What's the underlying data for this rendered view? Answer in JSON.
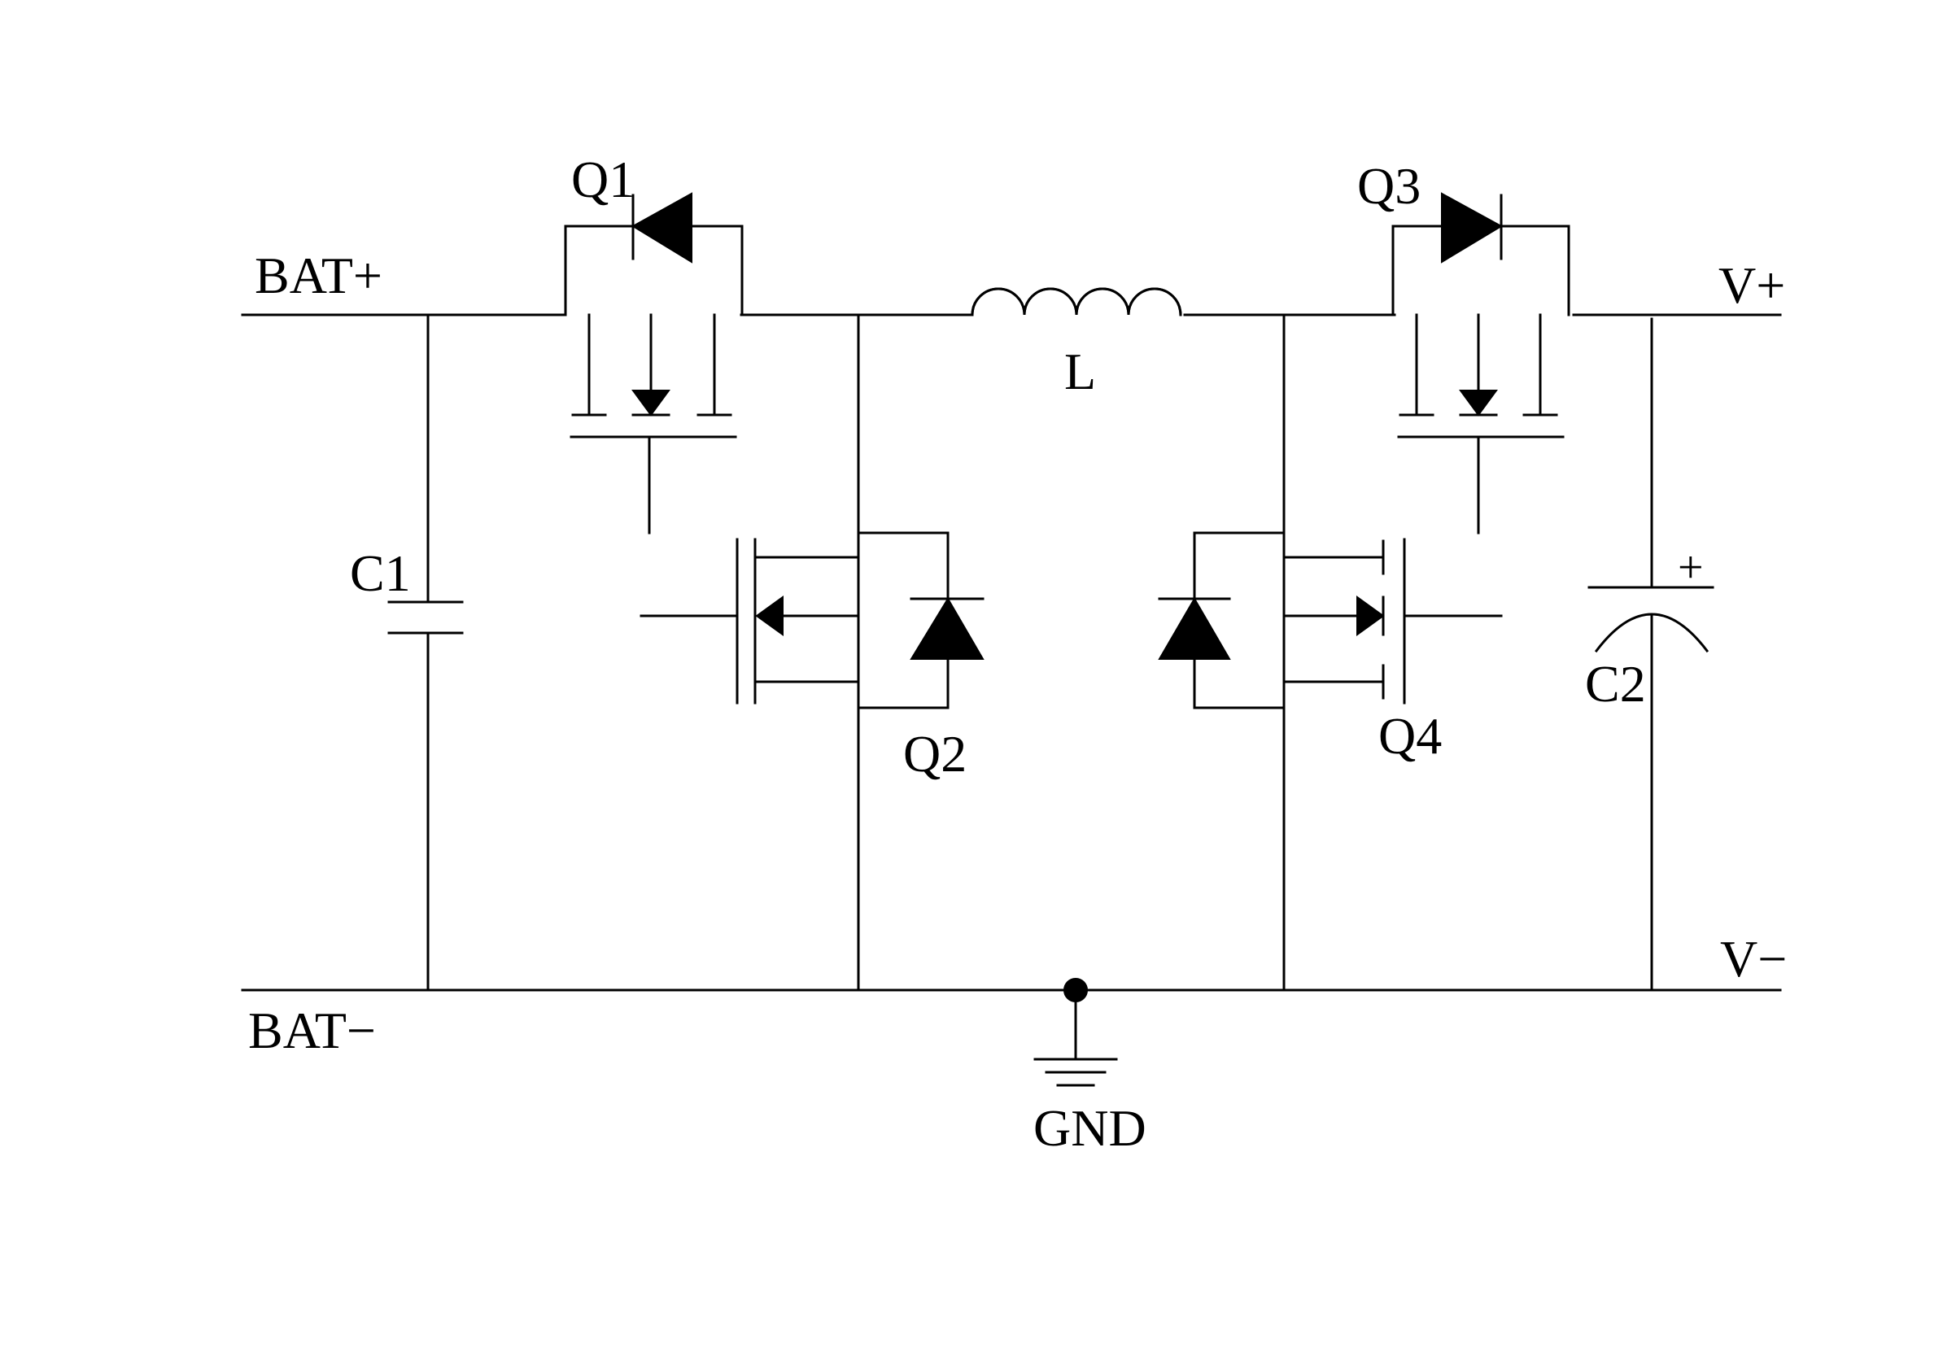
{
  "labels": {
    "bat_plus": "BAT+",
    "bat_minus": "BAT−",
    "v_plus": "V+",
    "v_minus": "V−",
    "gnd": "GND",
    "c1": "C1",
    "c2": "C2",
    "c2_polarity": "+",
    "inductor": "L",
    "q1": "Q1",
    "q2": "Q2",
    "q3": "Q3",
    "q4": "Q4"
  },
  "components": [
    {
      "ref": "C1",
      "kind": "capacitor"
    },
    {
      "ref": "C2",
      "kind": "polarized-capacitor"
    },
    {
      "ref": "L",
      "kind": "inductor"
    },
    {
      "ref": "Q1",
      "kind": "mosfet-with-body-diode"
    },
    {
      "ref": "Q2",
      "kind": "mosfet-with-body-diode"
    },
    {
      "ref": "Q3",
      "kind": "mosfet-with-body-diode"
    },
    {
      "ref": "Q4",
      "kind": "mosfet-with-body-diode"
    }
  ],
  "colors": {
    "ink": "#000000",
    "background": "#ffffff"
  }
}
